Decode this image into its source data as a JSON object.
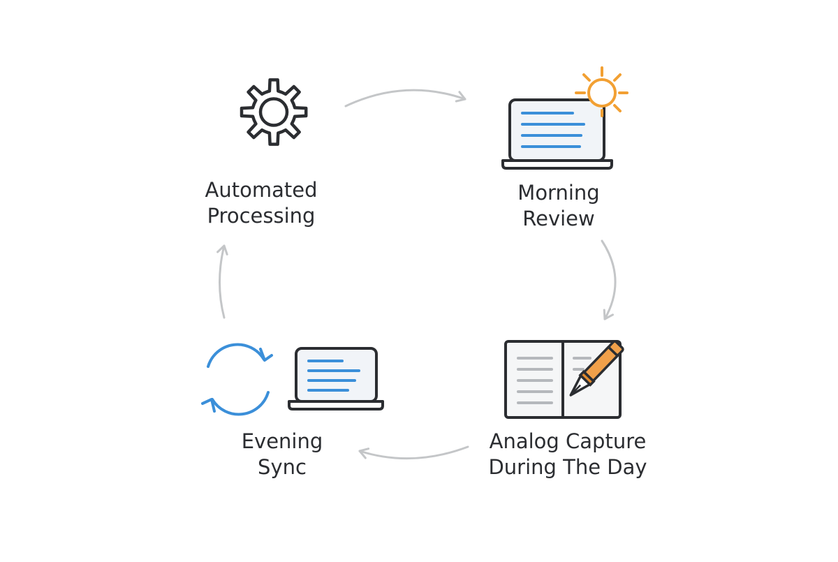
{
  "diagram": {
    "steps": [
      {
        "id": "automated",
        "lines": [
          "Automated",
          "Processing"
        ],
        "icon": "gear-icon"
      },
      {
        "id": "morning",
        "lines": [
          "Morning",
          "Review"
        ],
        "icon": "laptop-with-sun-icon"
      },
      {
        "id": "analog",
        "lines": [
          "Analog Capture",
          "During The Day"
        ],
        "icon": "notebook-with-pen-icon"
      },
      {
        "id": "evening",
        "lines": [
          "Evening",
          "Sync"
        ],
        "icon": "sync-laptop-icon"
      }
    ],
    "flow": [
      {
        "from": "automated",
        "to": "morning"
      },
      {
        "from": "morning",
        "to": "analog"
      },
      {
        "from": "analog",
        "to": "evening"
      },
      {
        "from": "evening",
        "to": "automated"
      }
    ]
  },
  "colors": {
    "text": "#2b2d31",
    "outline": "#2b2d31",
    "arrow": "#c4c6c8",
    "accent_blue": "#3b8fd9",
    "sun_orange": "#f2a033",
    "pen_orange": "#f0a04a",
    "screen_fill": "#f1f4f8",
    "page_lines": "#b5b8bc"
  }
}
